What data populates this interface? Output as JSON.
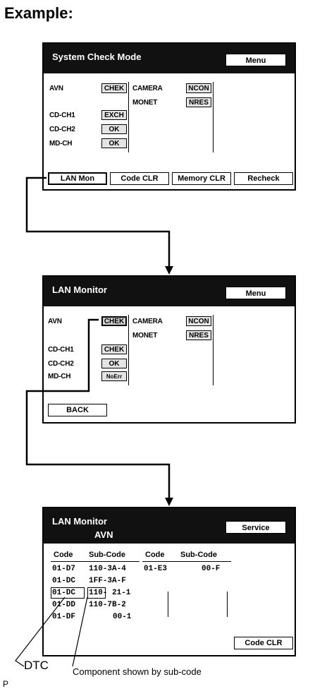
{
  "heading": "Example:",
  "screen1": {
    "title": "System Check Mode",
    "menu_label": "Menu",
    "left_items": [
      {
        "label": "AVN",
        "status": "CHEK"
      },
      {
        "label": "CD-CH1",
        "status": "EXCH"
      },
      {
        "label": "CD-CH2",
        "status": "OK"
      },
      {
        "label": "MD-CH",
        "status": "OK"
      }
    ],
    "right_items": [
      {
        "label": "CAMERA",
        "status": "NCON"
      },
      {
        "label": "MONET",
        "status": "NRES"
      }
    ],
    "buttons": [
      "LAN Mon",
      "Code CLR",
      "Memory CLR",
      "Recheck"
    ]
  },
  "screen2": {
    "title": "LAN Monitor",
    "menu_label": "Menu",
    "left_items": [
      {
        "label": "AVN",
        "status": "CHEK"
      },
      {
        "label": "CD-CH1",
        "status": "CHEK"
      },
      {
        "label": "CD-CH2",
        "status": "OK"
      },
      {
        "label": "MD-CH",
        "status": "NoErr"
      }
    ],
    "right_items": [
      {
        "label": "CAMERA",
        "status": "NCON"
      },
      {
        "label": "MONET",
        "status": "NRES"
      }
    ],
    "back_label": "BACK"
  },
  "screen3": {
    "title": "LAN Monitor",
    "subtitle": "AVN",
    "service_label": "Service",
    "headers": [
      "Code",
      "Sub-Code",
      "Code",
      "Sub-Code"
    ],
    "rows": [
      {
        "code": "01-D7",
        "sub": "110-3A-4",
        "code2": "01-E3",
        "sub2": "00-F"
      },
      {
        "code": "01-DC",
        "sub": "1FF-3A-F",
        "code2": "",
        "sub2": ""
      },
      {
        "code": "01-DC",
        "sub": "110- 21-1",
        "code2": "",
        "sub2": ""
      },
      {
        "code": "01-DD",
        "sub": "110-7B-2",
        "code2": "",
        "sub2": ""
      },
      {
        "code": "01-DF",
        "sub": "00-1",
        "code2": "",
        "sub2": ""
      }
    ],
    "code_clr_label": "Code CLR"
  },
  "callouts": {
    "dtc": "DTC",
    "component": "Component shown by sub-code"
  },
  "page_mark": "P"
}
